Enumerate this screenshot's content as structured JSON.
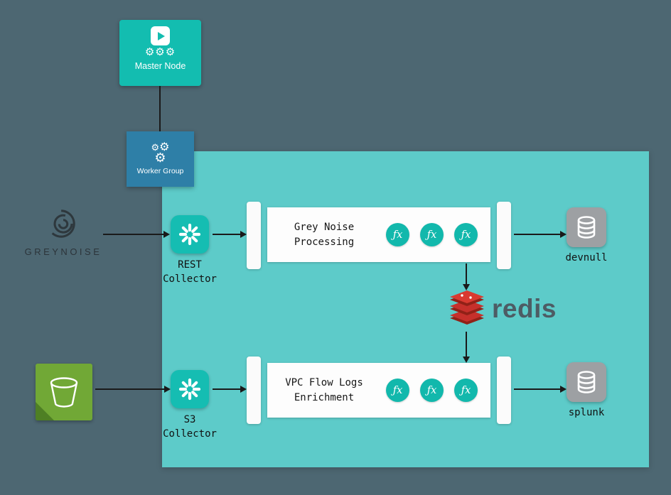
{
  "colors": {
    "background": "#4d6772",
    "worker_container": "#5dcbc9",
    "master_node": "#13bdb0",
    "worker_group": "#2e7fa7",
    "collector": "#15bdb2",
    "function_chip": "#12b8ac",
    "destination": "#9da0a3",
    "redis_red": "#c6302b",
    "s3_green": "#71a836",
    "arrow": "#1a1a1a"
  },
  "icons": {
    "gear": "⚙"
  },
  "master_node": {
    "label": "Master Node"
  },
  "worker_group": {
    "label": "Worker Group"
  },
  "sources": {
    "greynoise": {
      "label": "GREYNOISE"
    }
  },
  "collectors": [
    {
      "line1": "REST",
      "line2": "Collector"
    },
    {
      "line1": "S3",
      "line2": "Collector"
    }
  ],
  "pipelines": [
    {
      "line1": "Grey Noise",
      "line2": "Processing",
      "functions": [
        "ƒx",
        "ƒx",
        "ƒx"
      ]
    },
    {
      "line1": "VPC Flow Logs",
      "line2": "Enrichment",
      "functions": [
        "ƒx",
        "ƒx",
        "ƒx"
      ]
    }
  ],
  "destinations": [
    {
      "label": "devnull"
    },
    {
      "label": "splunk"
    }
  ],
  "redis": {
    "label": "redis"
  }
}
